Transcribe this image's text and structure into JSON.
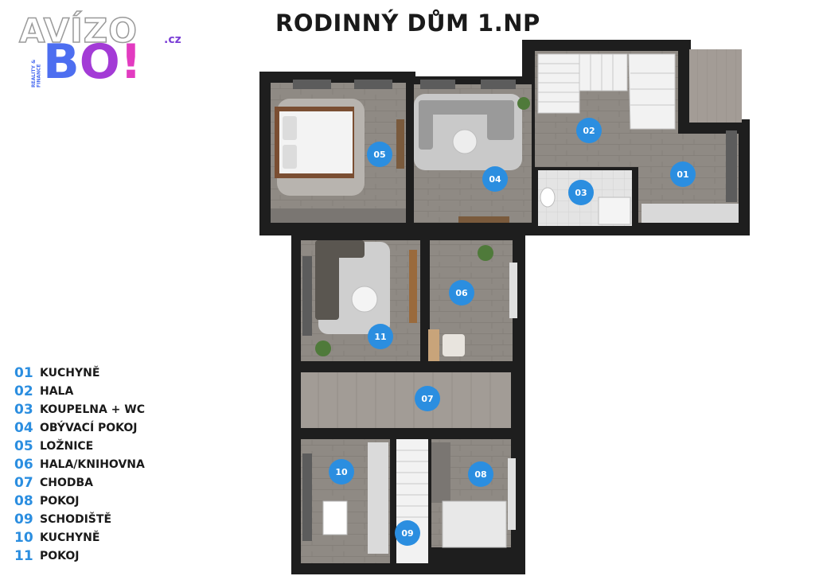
{
  "title": "RODINNÝ DŮM 1.NP",
  "logo": {
    "main": "AVÍZO",
    "domain": ".cz",
    "bo_b": "B",
    "bo_o": "O",
    "bo_bang": "!",
    "subtitle": "REALITY & FINANCE"
  },
  "rooms": [
    {
      "num": "01",
      "label": "KUCHYNĚ"
    },
    {
      "num": "02",
      "label": "HALA"
    },
    {
      "num": "03",
      "label": "KOUPELNA + WC"
    },
    {
      "num": "04",
      "label": "OBÝVACÍ POKOJ"
    },
    {
      "num": "05",
      "label": "LOŽNICE"
    },
    {
      "num": "06",
      "label": "HALA/KNIHOVNA"
    },
    {
      "num": "07",
      "label": "CHODBA"
    },
    {
      "num": "08",
      "label": "POKOJ"
    },
    {
      "num": "09",
      "label": "SCHODIŠTĚ"
    },
    {
      "num": "10",
      "label": "KUCHYNĚ"
    },
    {
      "num": "11",
      "label": "POKOJ"
    }
  ],
  "colors": {
    "badge": "#2b8ee0",
    "wall": "#1e1e1e",
    "floor": "#8f8a84",
    "bathroom_floor": "#e3e3e3",
    "rug": "#c9c9c9"
  }
}
